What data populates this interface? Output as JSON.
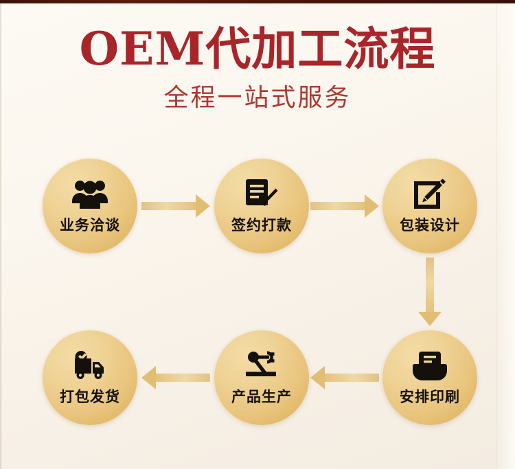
{
  "poster": {
    "title": "OEM代加工流程",
    "subtitle": "全程一站式服务",
    "colors": {
      "background": "#fbf6ee",
      "top_bar": "#4a1309",
      "title_red": "#a8252a",
      "subtitle_red": "#b0362f",
      "node_gold_light": "#f3dca5",
      "node_gold_dark": "#d8ab55",
      "arrow_gold": "#e2bd74",
      "icon_black": "#14100c"
    }
  },
  "flow": {
    "nodes": [
      {
        "id": "node-1",
        "step": 1,
        "label": "业务洽谈",
        "icon": "people-group-icon"
      },
      {
        "id": "node-2",
        "step": 2,
        "label": "签约打款",
        "icon": "contract-signing-icon"
      },
      {
        "id": "node-3",
        "step": 3,
        "label": "包装设计",
        "icon": "pencil-square-edit-icon"
      },
      {
        "id": "node-4",
        "step": 4,
        "label": "安排印刷",
        "icon": "printer-icon"
      },
      {
        "id": "node-5",
        "step": 5,
        "label": "产品生产",
        "icon": "robot-arm-icon"
      },
      {
        "id": "node-6",
        "step": 6,
        "label": "打包发货",
        "icon": "delivery-truck-check-icon"
      }
    ],
    "arrows": [
      {
        "id": "arrow-1",
        "from": "业务洽谈",
        "to": "签约打款",
        "direction": "right"
      },
      {
        "id": "arrow-2",
        "from": "签约打款",
        "to": "包装设计",
        "direction": "right"
      },
      {
        "id": "arrow-3",
        "from": "包装设计",
        "to": "安排印刷",
        "direction": "down"
      },
      {
        "id": "arrow-4",
        "from": "安排印刷",
        "to": "产品生产",
        "direction": "left"
      },
      {
        "id": "arrow-5",
        "from": "产品生产",
        "to": "打包发货",
        "direction": "left"
      }
    ]
  }
}
